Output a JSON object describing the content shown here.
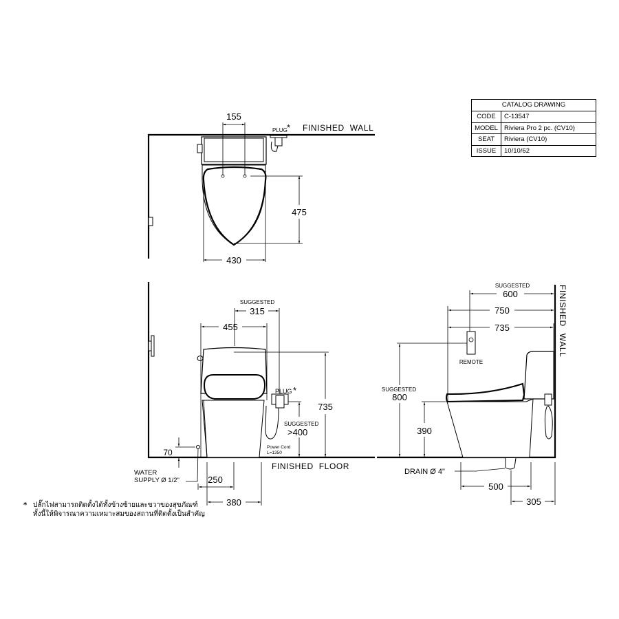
{
  "catalog": {
    "title": "CATALOG DRAWING",
    "rows": [
      {
        "key": "CODE",
        "value": "C-13547"
      },
      {
        "key": "MODEL",
        "value": "Riviera Pro 2 pc. (CV10)"
      },
      {
        "key": "SEAT",
        "value": "Riviera (CV10)"
      },
      {
        "key": "ISSUE",
        "value": "10/10/62"
      }
    ]
  },
  "top_view": {
    "dim_hole_spacing": "155",
    "dim_seat_length": "475",
    "dim_width": "430",
    "plug_label": "PLUG",
    "asterisk": "*",
    "wall_label": "FINISHED WALL"
  },
  "front_view": {
    "suggested_label": "SUGGESTED",
    "dim_plug_offset": "315",
    "dim_tank_width": "455",
    "dim_height": "735",
    "plug_label": "PLUG",
    "asterisk": "*",
    "suggested_label_2": "SUGGESTED",
    "dim_plug_height": ">400",
    "power_cord_label": "Power Cord",
    "power_cord_length": "L=1350",
    "dim_water_height": "70",
    "water_label_1": "WATER",
    "water_label_2": "SUPPLY Ø 1/2\"",
    "dim_water_offset": "250",
    "dim_base_width": "380",
    "floor_label": "FINISHED FLOOR"
  },
  "side_view": {
    "suggested_label": "SUGGESTED",
    "dim_remote_offset": "600",
    "dim_overall_depth": "750",
    "dim_body_depth": "735",
    "remote_label": "REMOTE",
    "suggested_height_label": "SUGGESTED",
    "dim_remote_height": "800",
    "dim_seat_height": "390",
    "drain_label": "DRAIN Ø 4\"",
    "dim_base_depth": "500",
    "dim_rough_in": "305",
    "wall_label": "FINISHED WALL"
  },
  "note": {
    "asterisk": "*",
    "line1": "ปลั๊กไฟสามารถติดตั้งได้ทั้งข้างซ้ายและขวาของสุขภัณฑ์",
    "line2": "ทั้งนี้ให้พิจารณาความเหมาะสมของสถานที่ติดตั้งเป็นสำคัญ"
  }
}
